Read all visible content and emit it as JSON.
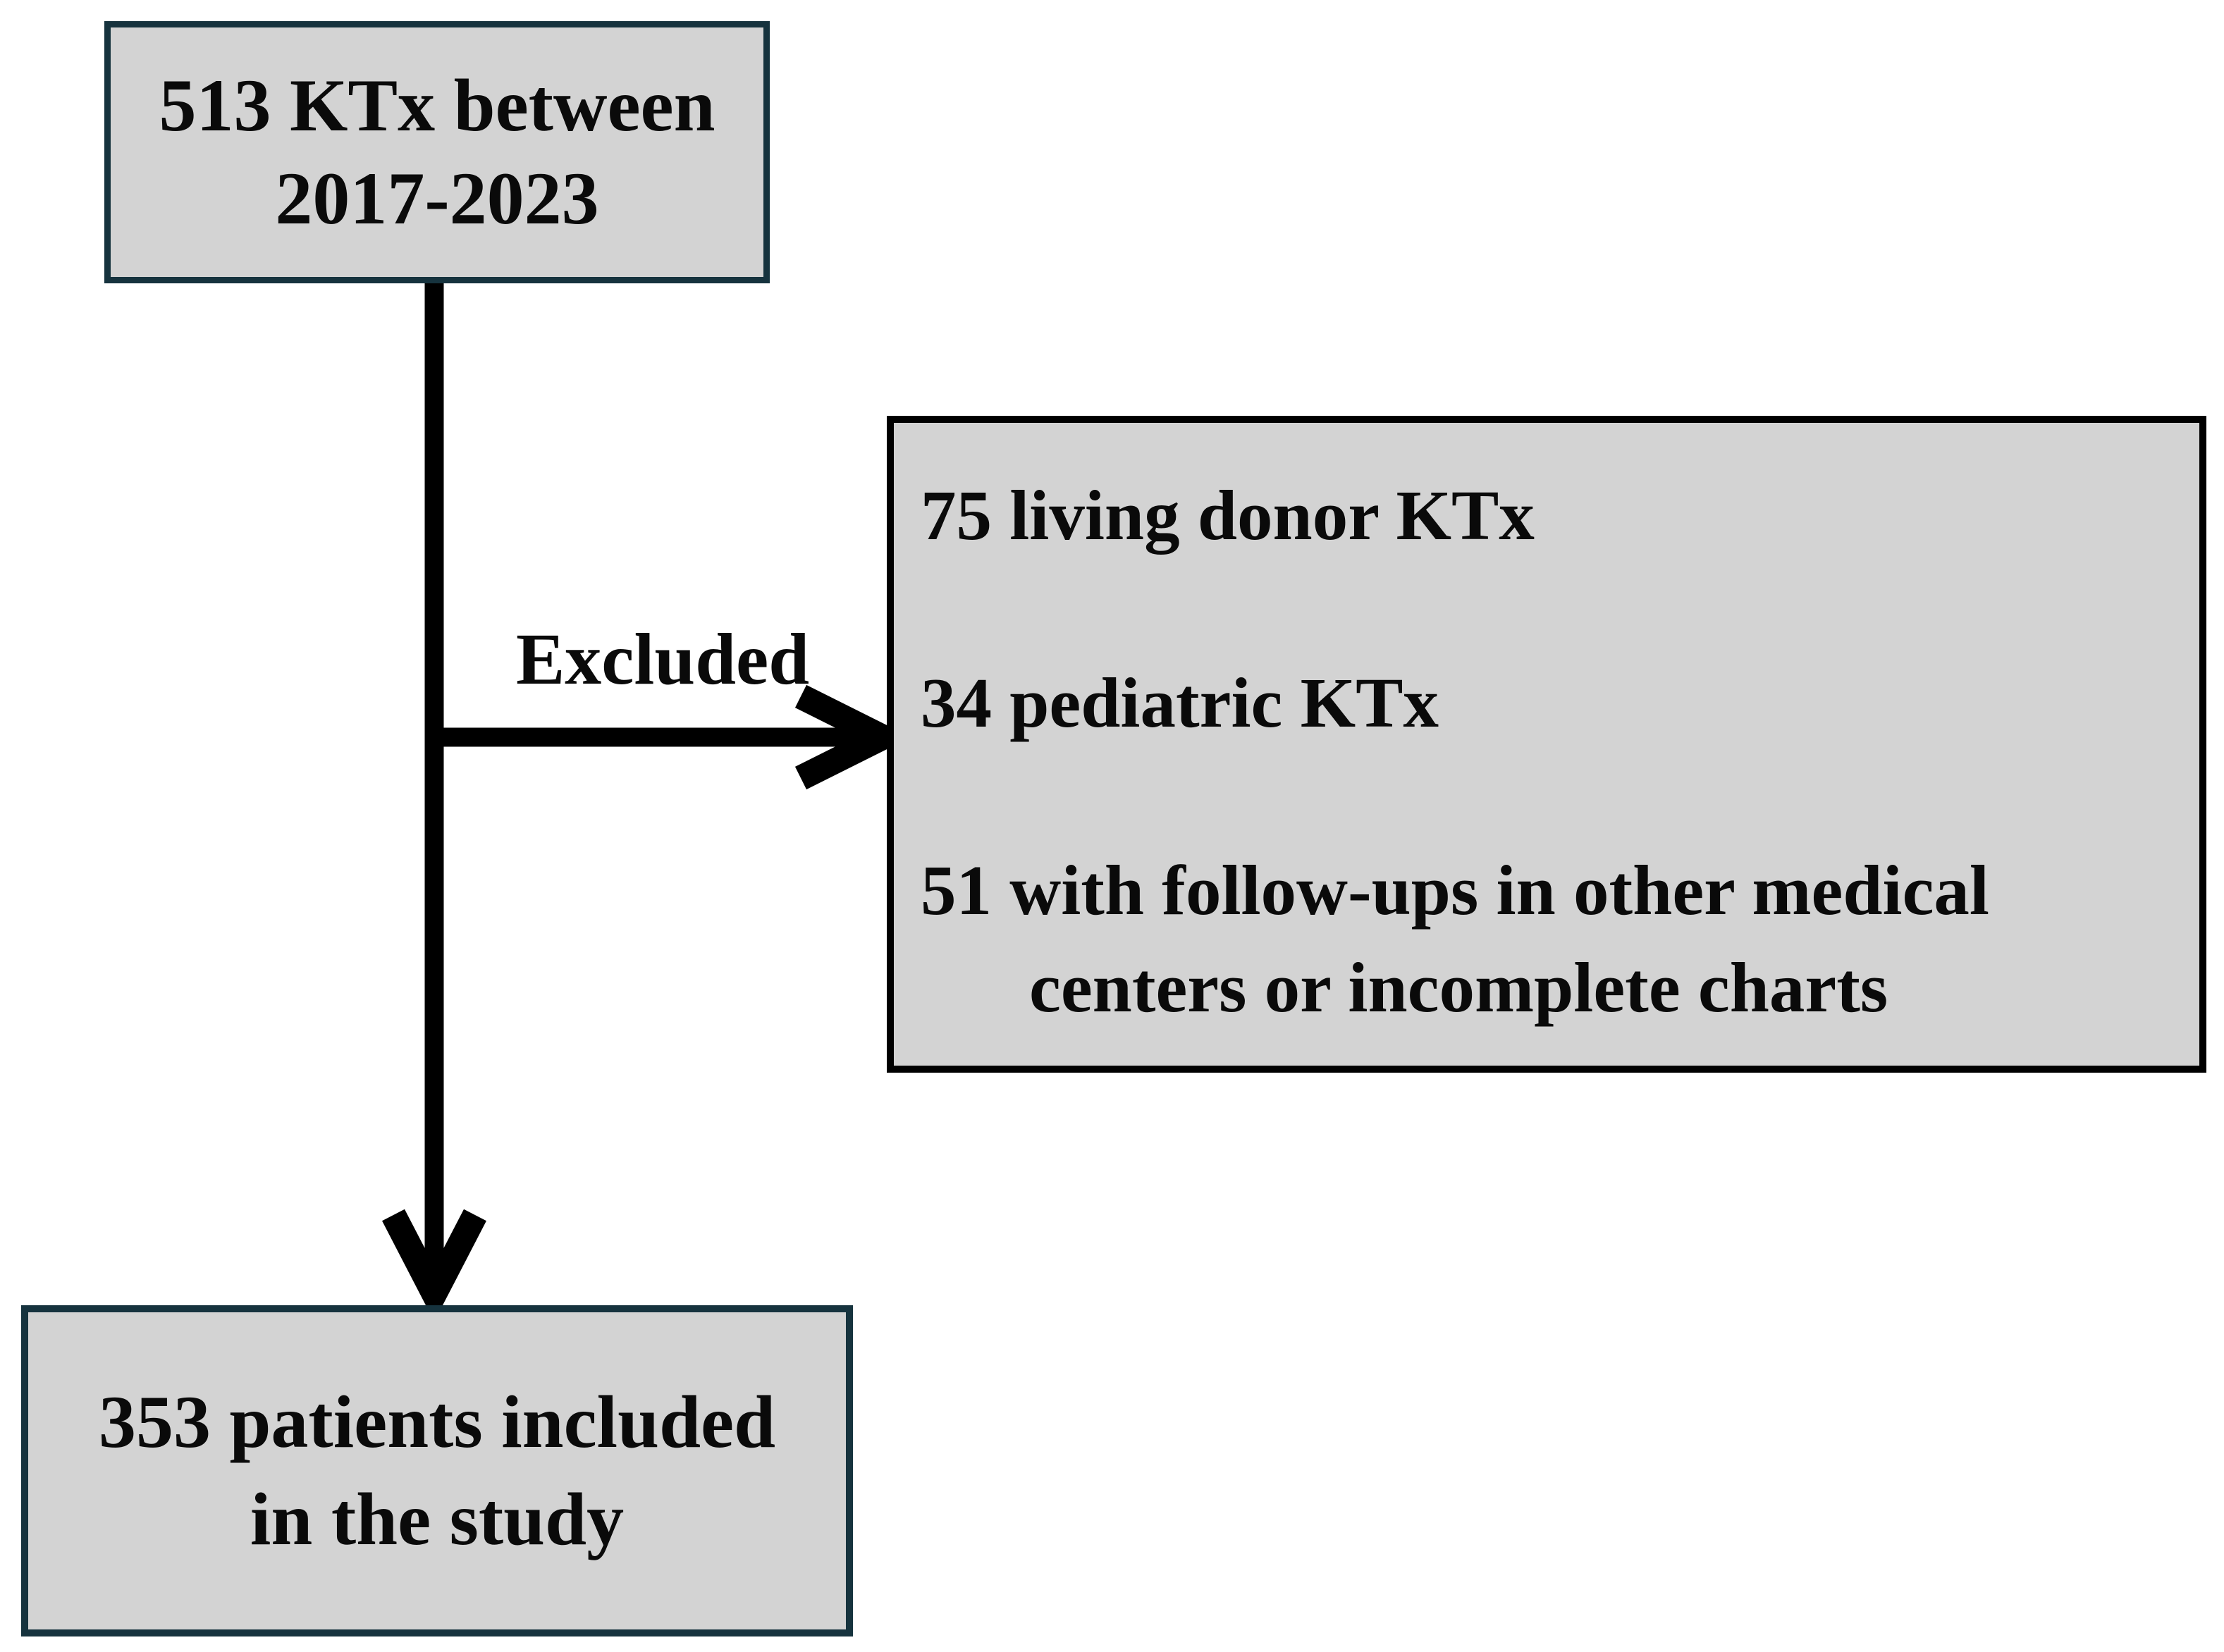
{
  "diagram": {
    "top_box": {
      "line1": "513 KTx between",
      "line2": "2017-2023"
    },
    "excluded_label": "Excluded",
    "excluded_box": {
      "items": [
        {
          "lines": [
            "75 living donor KTx"
          ]
        },
        {
          "lines": [
            "34 pediatric KTx"
          ]
        },
        {
          "lines": [
            "51 with follow-ups in other medical",
            "centers or incomplete charts"
          ]
        }
      ]
    },
    "bottom_box": {
      "line1": "353 patients included",
      "line2": "in the study"
    },
    "colors": {
      "box_fill": "#d3d3d3",
      "teal_border": "#16333e",
      "black_border": "#000000",
      "arrow": "#000000",
      "text": "#0a0a0a",
      "background": "#ffffff"
    }
  }
}
